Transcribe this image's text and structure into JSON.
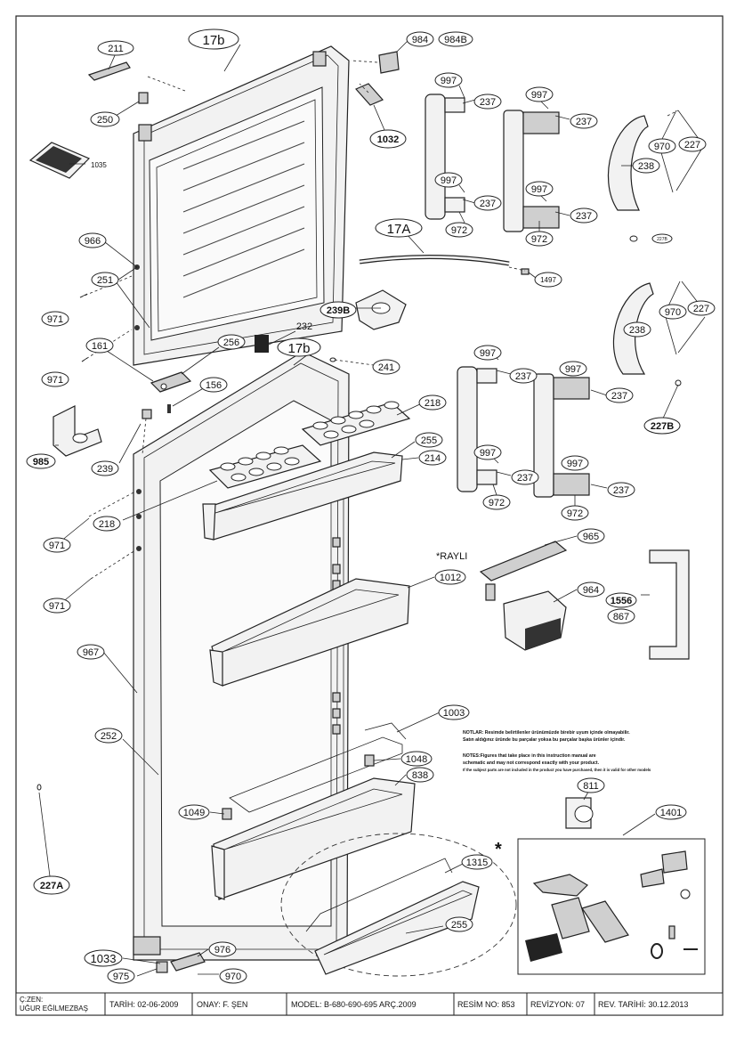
{
  "callouts": {
    "c211": "211",
    "c17b_top": "17b",
    "c984": "984",
    "c984B": "984B",
    "c250": "250",
    "c1032": "1032",
    "c1035": "1035",
    "c997_a": "997",
    "c237_a": "237",
    "c997_b": "997",
    "c237_b": "237",
    "c970_a": "970",
    "c227_a": "227",
    "c238_a": "238",
    "c997_c": "997",
    "c237_c": "237",
    "c972_a": "972",
    "c997_d": "997",
    "c237_d": "237",
    "c972_b": "972",
    "c227B_small": "227B",
    "c17A": "17A",
    "c1497": "1497",
    "c966": "966",
    "c251": "251",
    "c971_a": "971",
    "c239B": "239B",
    "c232": "232",
    "c17b_mid": "17b",
    "c241": "241",
    "c161": "161",
    "c256": "256",
    "c971_b": "971",
    "c156": "156",
    "c970_b": "970",
    "c227_b": "227",
    "c238_b": "238",
    "c227B": "227B",
    "c997_e": "997",
    "c237_e": "237",
    "c997_f": "997",
    "c237_f": "237",
    "c218_a": "218",
    "c255_a": "255",
    "c214": "214",
    "c985": "985",
    "c239": "239",
    "c218_b": "218",
    "c997_g": "997",
    "c237_g": "237",
    "c997_h": "997",
    "c237_h": "237",
    "c971_c": "971",
    "c972_c": "972",
    "c972_d": "972",
    "c965": "965",
    "rayli": "*RAYLI",
    "c1012": "1012",
    "c964": "964",
    "c1556": "1556",
    "c867": "867",
    "c971_d": "971",
    "c967": "967",
    "c1003": "1003",
    "c252": "252",
    "c1048": "1048",
    "c838": "838",
    "c811": "811",
    "c1049": "1049",
    "c1401": "1401",
    "asterisk": "*",
    "c1315": "1315",
    "c227A": "227A",
    "c255_b": "255",
    "c1033": "1033",
    "c976": "976",
    "c975": "975",
    "c970_c": "970"
  },
  "notes": {
    "line1": "NOTLAR: Resimde belirtilenler ürünümüzde birebir uyum içinde olmayabilir.",
    "line2": "Satın aldığınız üründe bu parçalar yoksa bu parçalar başka ürünler içindir.",
    "line3": "NOTES:Figures that take place in this instruction manual are",
    "line4": "schematic and may not correspond exactly with your product.",
    "line5": "If the subject parts are not included in the product you have purchased, then it is valid for other models"
  },
  "title_block": {
    "cizen_label": "Ç:ZEN:",
    "cizen_name": "UĞUR EĞİLMEZBAŞ",
    "tarih": "TARİH: 02-06-2009",
    "onay": "ONAY: F. ŞEN",
    "model": "MODEL: B-680-690-695 ARÇ.2009",
    "resim_no": "RESİM NO: 853",
    "revizyon": "REVİZYON: 07",
    "rev_tarihi": "REV. TARİHİ: 30.12.2013"
  }
}
